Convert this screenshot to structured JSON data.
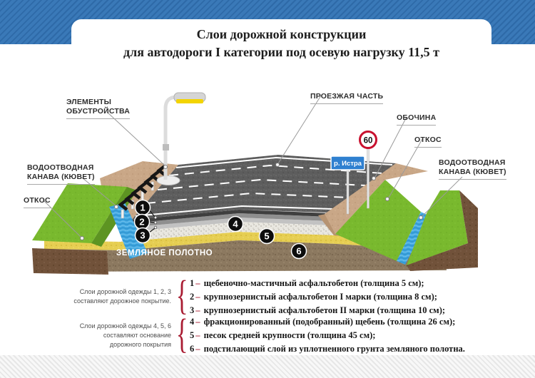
{
  "header": {
    "title_line1": "Слои дорожной конструкции",
    "title_line2": "для автодороги I категории под осевую нагрузку 11,5 т"
  },
  "diagram": {
    "labels": {
      "elements": "ЭЛЕМЕНТЫ\nОБУСТРОЙСТВА",
      "ditch_left": "ВОДООТВОДНАЯ\nКАНАВА (КЮВЕТ)",
      "slope_left": "ОТКОС",
      "roadway": "ПРОЕЗЖАЯ ЧАСТЬ",
      "shoulder": "ОБОЧИНА",
      "slope_right": "ОТКОС",
      "ditch_right": "ВОДООТВОДНАЯ\nКАНАВА (КЮВЕТ)",
      "subgrade": "ЗЕМЛЯНОЕ ПОЛОТНО"
    },
    "signs": {
      "speed_limit": "60",
      "river_sign": "р. Истра"
    },
    "layer_markers": [
      "1",
      "2",
      "3",
      "4",
      "5",
      "6"
    ]
  },
  "legend": {
    "separator": "–",
    "group1": {
      "caption": "Слои дорожной одежды 1, 2, 3\nсоставляют дорожное покрытие.",
      "item1": {
        "num": "1",
        "text": "щебеночно-мастичный асфальтобетон (толщина 5 см);"
      },
      "item2": {
        "num": "2",
        "text": "крупнозернистый асфальтобетон I марки (толщина 8 см);"
      },
      "item3": {
        "num": "3",
        "text": "крупнозернистый асфальтобетон II марки (толщина 10 см);"
      }
    },
    "group2": {
      "caption": "Слои дорожной одежды 4, 5, 6\nсоставляют основание\nдорожного покрытия",
      "item1": {
        "num": "4",
        "text": "фракционированный (подобранный) щебень (толщина 26 см);"
      },
      "item2": {
        "num": "5",
        "text": "песок средней крупности (толщина 45 см);"
      },
      "item3": {
        "num": "6",
        "text": "подстилающий слой из уплотненного грунта земляного полотна."
      }
    }
  },
  "colors": {
    "header_blue": "#3a79b8",
    "brace_red": "#a91c32",
    "asphalt": "#5d5d5d",
    "sand_yellow": "#e6ce52",
    "grass_green": "#79b92e",
    "water_blue": "#41a8e1",
    "soil_brown": "#8c7960"
  }
}
